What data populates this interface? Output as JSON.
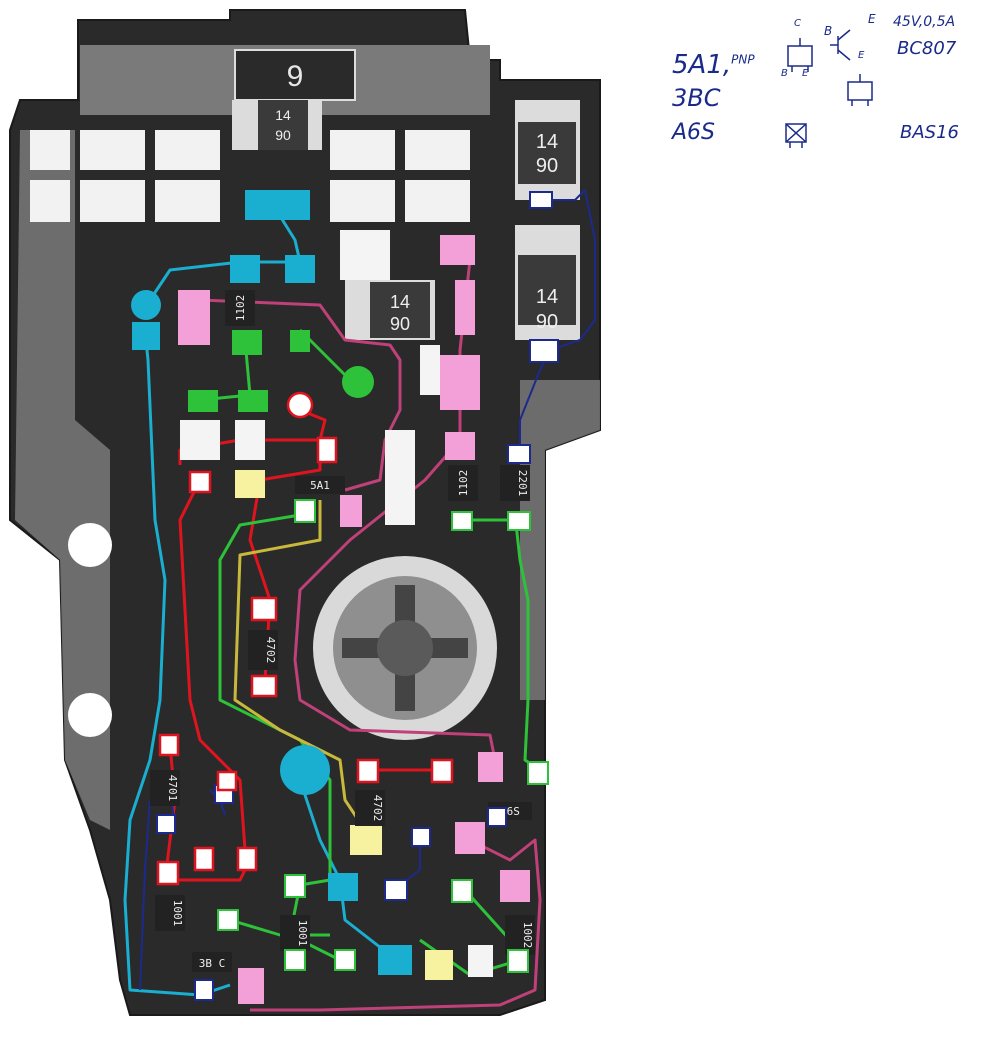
{
  "colors": {
    "board": "#2a2a2a",
    "copper": "#cfcfcf",
    "pad": "#f2f2f2",
    "cyan": "#1aaed0",
    "blue_trace": "#1b2a8c",
    "red": "#e0141e",
    "green": "#2ec23a",
    "magenta": "#c0407a",
    "pink": "#f4a0d8",
    "yellow": "#f6f2a0",
    "olive": "#c8b83c",
    "ink": "#1a2a8a"
  },
  "notes": {
    "line1": "5A1,",
    "line1_sup": "PNP",
    "line2": "3BC",
    "line3": "A6S",
    "rating": "45V,0,5A",
    "part1": "BC807",
    "part2": "BAS16",
    "pin_c": "C",
    "pin_b": "B",
    "pin_e": "E",
    "pin_b2": "B",
    "pin_e2": "E",
    "pin_e3": "E"
  },
  "markings": {
    "top_ic": "9",
    "diode_code_a": "14",
    "diode_code_b": "90",
    "r_1102_a": "1102",
    "r_1102_b": "1102",
    "r_2201": "2201",
    "r_4702_a": "4702",
    "r_4702_b": "4702",
    "r_4701": "4701",
    "r_1001_a": "1001",
    "r_1001_b": "1001",
    "r_1002": "1002",
    "q_5a1": "5A1",
    "q_a6s": "A6S",
    "c_3bc": "3B C"
  }
}
